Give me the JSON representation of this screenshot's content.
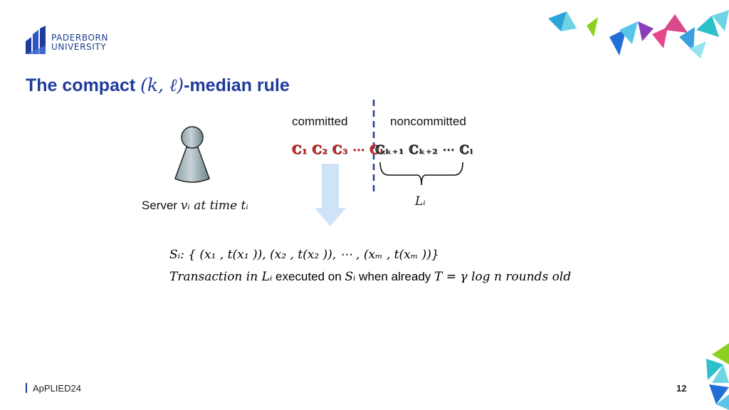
{
  "logo": {
    "line1": "PADERBORN",
    "line2": "UNIVERSITY"
  },
  "title": {
    "prefix": "The compact ",
    "math": "(k, ℓ)",
    "suffix": "-median rule"
  },
  "diagram": {
    "committed_label": "committed",
    "noncommitted_label": "noncommitted",
    "committed_sequence": "ℂ₁ ℂ₂ ℂ₃ ⋯ ℂₖ",
    "noncommitted_sequence": "ℂₖ₊₁ ℂₖ₊₂ ⋯ ℂₗ",
    "brace_label": "Lᵢ",
    "server_word": "Server",
    "server_math": "vᵢ  at time  tᵢ"
  },
  "formula": {
    "line1_var": "Sᵢ",
    "line1_rest": ": { (x₁ , t(x₁ )), (x₂ , t(x₂ )),  ⋯ , (xₘ , t(xₘ ))}",
    "line2_a": "Transaction  in  Lᵢ",
    "line2_b": " executed on ",
    "line2_c": "Sᵢ",
    "line2_d": "  when  already  ",
    "line2_e": "T = γ log n rounds  old"
  },
  "footer": {
    "label": "ApPLIED24",
    "page": "12"
  },
  "colors": {
    "title": "#1f3b9c",
    "committed_text": "#c62828",
    "divider": "#1f3b9c",
    "arrow": "#cfe3f7"
  },
  "icons": [
    "university-logo-icon",
    "pawn-icon",
    "down-arrow-icon",
    "brace-icon",
    "triangle-decoration-icon"
  ]
}
